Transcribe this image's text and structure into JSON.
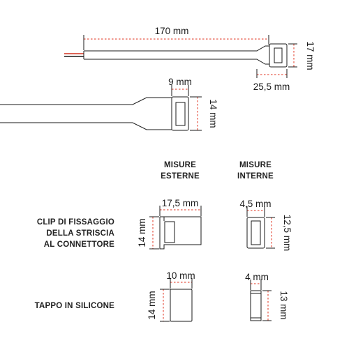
{
  "cable": {
    "length_label": "170 mm",
    "height_label": "17 mm",
    "connector_length_label": "25,5 mm"
  },
  "connector": {
    "width_label": "9 mm",
    "height_label": "14 mm"
  },
  "table": {
    "col_external": [
      "MISURE",
      "ESTERNE"
    ],
    "col_internal": [
      "MISURE",
      "INTERNE"
    ],
    "rows": [
      {
        "label_lines": [
          "CLIP DI FISSAGGIO",
          "DELLA STRISCIA",
          "AL CONNETTORE"
        ],
        "ext_width": "17,5 mm",
        "ext_height": "14 mm",
        "int_width": "4,5 mm",
        "int_height": "12,5 mm"
      },
      {
        "label_lines": [
          "TAPPO IN SILICONE"
        ],
        "ext_width": "10 mm",
        "ext_height": "14 mm",
        "int_width": "4 mm",
        "int_height": "13 mm"
      }
    ]
  },
  "colors": {
    "line": "#1a1a1a",
    "dimension_dash": "#e0301e",
    "wire_red": "#d2301f"
  }
}
